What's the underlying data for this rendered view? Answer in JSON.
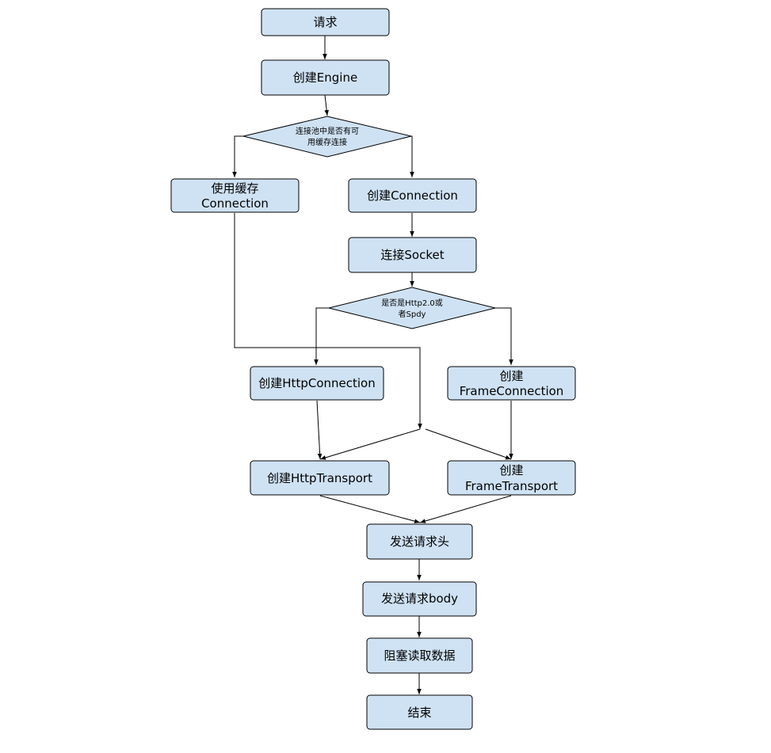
{
  "nodes": {
    "request": "请求",
    "create_engine": "创建Engine",
    "pool_check_line1": "连接池中是否有可",
    "pool_check_line2": "用缓存连接",
    "use_cached_line1": "使用缓存",
    "use_cached_line2": "Connection",
    "create_connection": "创建Connection",
    "connect_socket": "连接Socket",
    "http2_check_line1": "是否是Http2.0或",
    "http2_check_line2": "者Spdy",
    "create_http_connection": "创建HttpConnection",
    "create_frame_connection_line1": "创建",
    "create_frame_connection_line2": "FrameConnection",
    "create_http_transport": "创建HttpTransport",
    "create_frame_transport_line1": "创建",
    "create_frame_transport_line2": "FrameTransport",
    "send_headers": "发送请求头",
    "send_body": "发送请求body",
    "block_read": "阻塞读取数据",
    "end": "结束"
  },
  "colors": {
    "node_fill": "#cfe2f3",
    "stroke": "#000000"
  }
}
